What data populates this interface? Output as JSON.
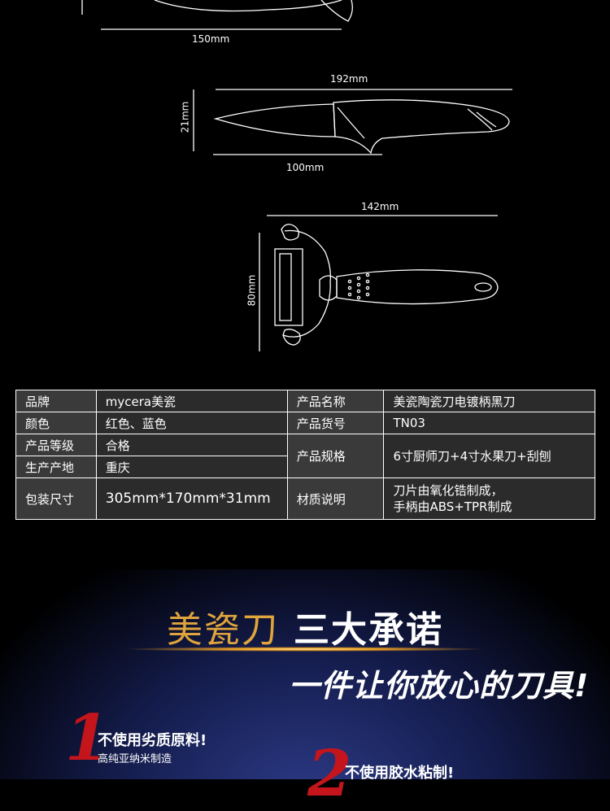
{
  "dimensions": {
    "knife1_length": "150mm",
    "knife2_total": "192mm",
    "knife2_height": "21mm",
    "knife2_blade": "100mm",
    "peeler_length": "142mm",
    "peeler_height": "80mm"
  },
  "spec": {
    "brand_label": "品牌",
    "brand_value": "mycera美瓷",
    "name_label": "产品名称",
    "name_value": "美瓷陶瓷刀电镀柄黑刀",
    "color_label": "颜色",
    "color_value": "红色、蓝色",
    "code_label": "产品货号",
    "code_value": "TN03",
    "grade_label": "产品等级",
    "grade_value": "合格",
    "origin_label": "生产产地",
    "origin_value": "重庆",
    "size_label": "产品规格",
    "size_value": "6寸厨师刀+4寸水果刀+刮刨",
    "pack_label": "包装尺寸",
    "pack_value": "305mm*170mm*31mm",
    "material_label": "材质说明",
    "material_line1": "刀片由氧化锆制成，",
    "material_line2": "手柄由ABS+TPR制成"
  },
  "banner": {
    "title_orange": "美瓷刀",
    "title_white": "三大承诺",
    "slogan": "一件让你放心的刀具!",
    "promise1_num": "1",
    "promise1_title": "不使用劣质原料!",
    "promise1_sub": "高纯亚纳米制造",
    "promise2_num": "2",
    "promise2_title": "不使用胶水粘制!"
  },
  "colors": {
    "orange": "#e0a43c",
    "red": "#c4151c",
    "navy": "#141c4c"
  }
}
